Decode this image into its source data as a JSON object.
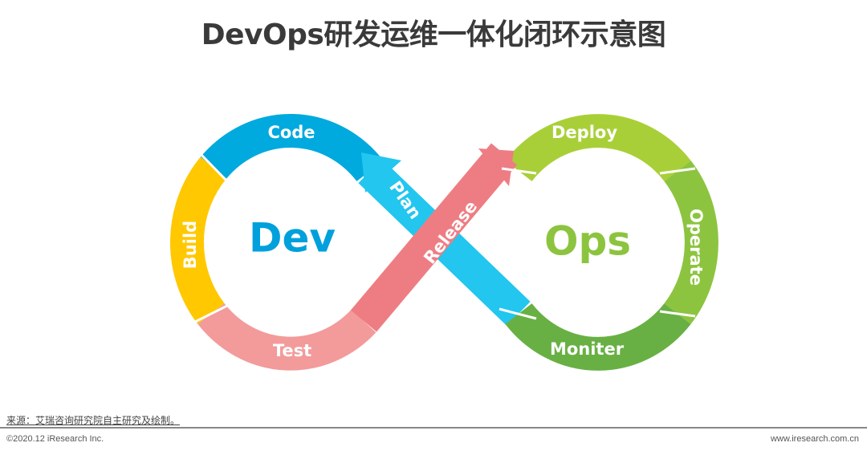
{
  "title": "DevOps研发运维一体化闭环示意图",
  "diagram": {
    "center_left": "Dev",
    "center_right": "Ops",
    "stages": {
      "code": "Code",
      "build": "Build",
      "test": "Test",
      "release": "Release",
      "plan": "Plan",
      "deploy": "Deploy",
      "operate": "Operate",
      "moniter": "Moniter"
    },
    "colors": {
      "code": "#00a9de",
      "build": "#ffc800",
      "test": "#f39a9b",
      "release": "#ee7d83",
      "plan": "#22c6ef",
      "deploy": "#a9cf38",
      "operate": "#8cc43f",
      "moniter": "#68b044",
      "dev_text": "#00a0dc",
      "ops_text": "#8cc43f"
    }
  },
  "footer": {
    "source": "来源：艾瑞咨询研究院自主研究及绘制。",
    "copyright": "©2020.12 iResearch Inc.",
    "website": "www.iresearch.com.cn"
  }
}
